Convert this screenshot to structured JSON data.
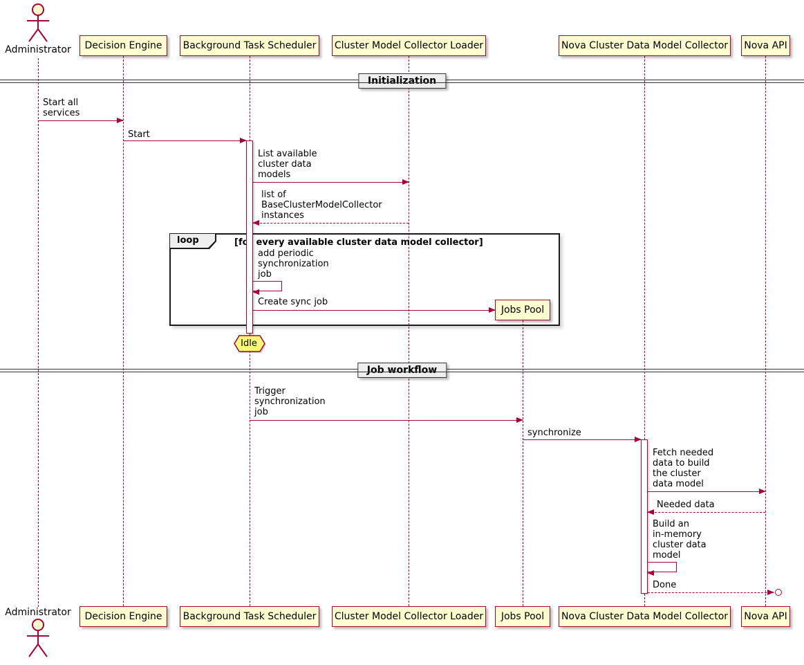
{
  "diagram_type": "sequence",
  "participants": [
    {
      "name": "Administrator",
      "type": "actor"
    },
    {
      "name": "Decision Engine",
      "type": "participant"
    },
    {
      "name": "Background Task Scheduler",
      "type": "participant"
    },
    {
      "name": "Cluster Model Collector Loader",
      "type": "participant"
    },
    {
      "name": "Jobs Pool",
      "type": "participant-created"
    },
    {
      "name": "Nova Cluster Data Model Collector",
      "type": "participant"
    },
    {
      "name": "Nova API",
      "type": "participant"
    }
  ],
  "dividers": [
    {
      "label": "Initialization"
    },
    {
      "label": "Job workflow"
    }
  ],
  "loop_frame": {
    "keyword": "loop",
    "condition": "[for every available cluster data model collector]"
  },
  "state_label": "Idle",
  "messages": {
    "start_all_services": "Start all\nservices",
    "start": "Start",
    "list_available": "List available\ncluster data\nmodels",
    "list_of_instances": "list of\nBaseClusterModelCollector\ninstances",
    "add_periodic": "add periodic\nsynchronization\njob",
    "create_sync_job": "Create sync job",
    "trigger_sync": "Trigger\nsynchronization\njob",
    "synchronize": "synchronize",
    "fetch_needed": "Fetch needed\ndata to build\nthe cluster\ndata model",
    "needed_data": "Needed data",
    "build_model": "Build an\nin-memory\ncluster data\nmodel",
    "done": "Done"
  },
  "colors": {
    "box_fill": "#FEFECE",
    "stroke": "#A80036",
    "hexagon_fill": "#FBFB77",
    "divider_label_bg": "#EEEEEE",
    "frame_border": "#1A1A1A"
  }
}
